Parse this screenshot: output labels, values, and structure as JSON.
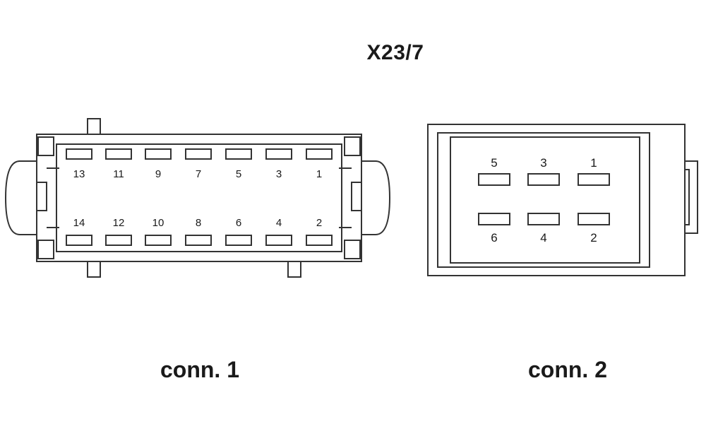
{
  "title": "X23/7",
  "connectors": [
    {
      "label": "conn. 1",
      "pins_top": [
        "13",
        "11",
        "9",
        "7",
        "5",
        "3",
        "1"
      ],
      "pins_bottom": [
        "14",
        "12",
        "10",
        "8",
        "6",
        "4",
        "2"
      ]
    },
    {
      "label": "conn. 2",
      "pins_top": [
        "5",
        "3",
        "1"
      ],
      "pins_bottom": [
        "6",
        "4",
        "2"
      ]
    }
  ],
  "colors": {
    "stroke": "#333333",
    "text": "#1a1a1a",
    "background": "#ffffff"
  }
}
